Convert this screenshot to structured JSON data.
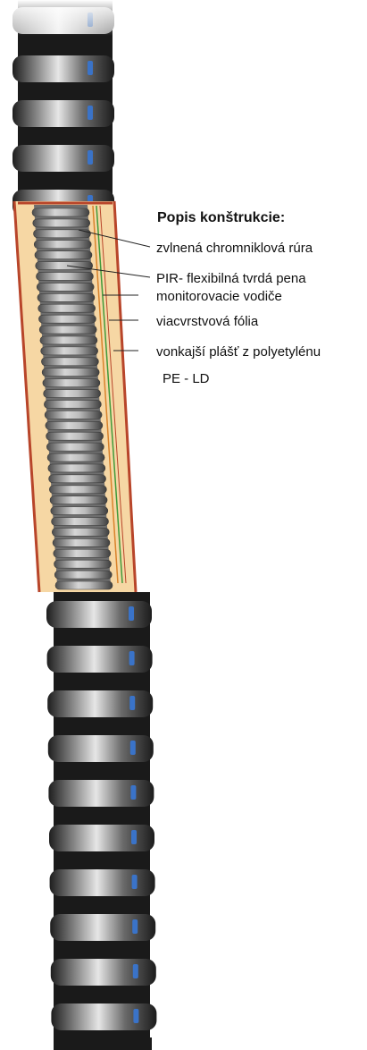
{
  "legend": {
    "title": "Popis konštrukcie:",
    "items": [
      {
        "text": "zvlnená chromniklová rúra"
      },
      {
        "text": "PIR- flexibilná tvrdá pena"
      },
      {
        "text": "monitorovacie vodiče"
      },
      {
        "text": "viacvrstvová fólia"
      },
      {
        "text": "vonkajší plášť z polyetylénu"
      }
    ],
    "extra": "PE - LD"
  },
  "colors": {
    "jacket": "#1a1a1a",
    "foam": "#f6d7a4",
    "inner_pipe": "#9a9a9a",
    "outer_edge": "#b8452a",
    "wire_green": "#3f9a3a",
    "wire_orange": "#d9822b",
    "highlight": "#3a73c8"
  }
}
